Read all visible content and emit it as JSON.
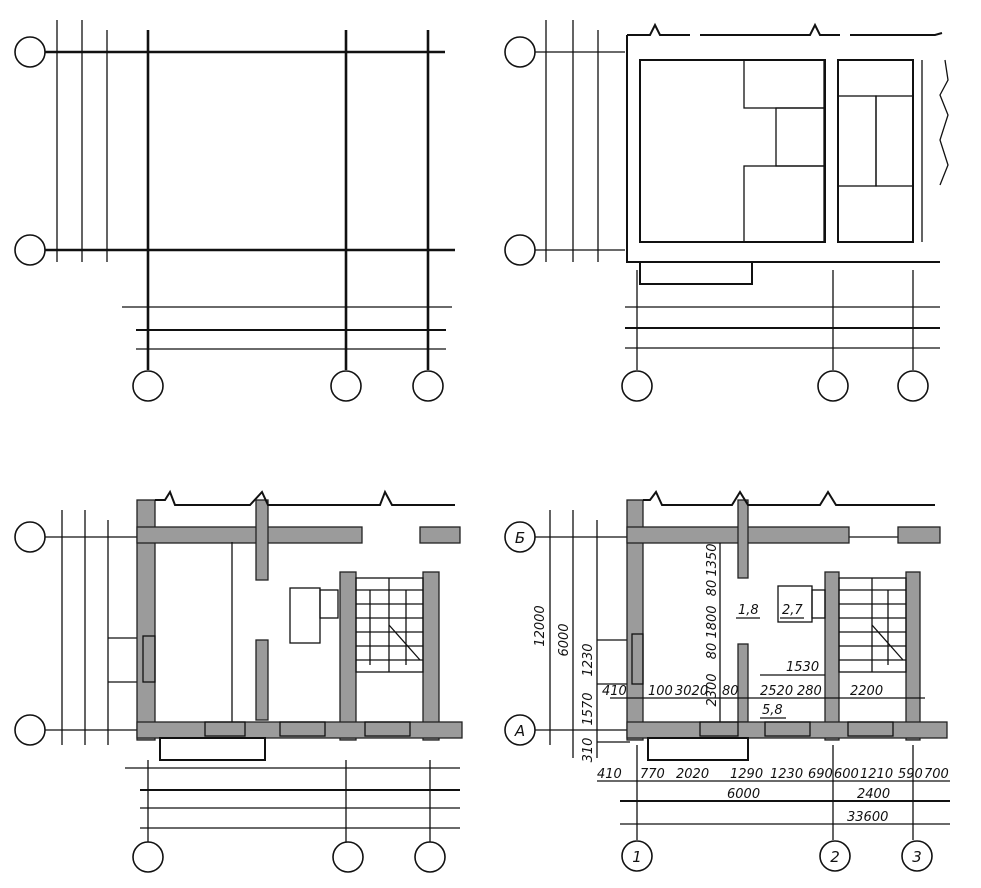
{
  "axes": {
    "letter_b": "Б",
    "letter_a": "А",
    "num_1": "1",
    "num_2": "2",
    "num_3": "3"
  },
  "dims_bottom": {
    "row1": [
      "410",
      "770",
      "2020",
      "1290",
      "1230",
      "690",
      "600",
      "1210",
      "590",
      "700"
    ],
    "row2_a": "6000",
    "row2_b": "2400",
    "row3": "33600"
  },
  "dims_left": {
    "total": "12000",
    "half": "6000",
    "seg_1230": "1230",
    "seg_1570": "1570",
    "seg_310": "310"
  },
  "dims_interior": {
    "row_410": "410",
    "row_100": "100",
    "row_3020": "3020",
    "row_80": "80",
    "row_2520": "2520",
    "row_280": "280",
    "row_2200": "2200",
    "w_1530": "1530",
    "v_1350": "1350",
    "v_80a": "80",
    "v_1800": "1800",
    "v_80b": "80",
    "v_2300": "2300"
  },
  "areas": {
    "a1": "1,8",
    "a2": "2,7",
    "a3": "5,8"
  }
}
